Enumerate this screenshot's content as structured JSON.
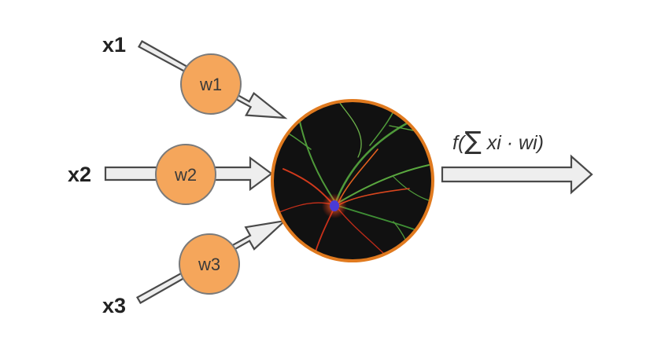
{
  "inputs": [
    {
      "label": "x1"
    },
    {
      "label": "x2"
    },
    {
      "label": "x3"
    }
  ],
  "weights": [
    {
      "label": "w1"
    },
    {
      "label": "w2"
    },
    {
      "label": "w3"
    }
  ],
  "output": {
    "formula_prefix": "f(",
    "sigma": "∑",
    "formula_suffix": " xi · wi)"
  },
  "colors": {
    "weight_fill": "#f5a65b",
    "neuron_border": "#e07a1f",
    "neuron_background": "#111111",
    "arrow_fill": "#eeeeee",
    "arrow_stroke": "#4a4a4a"
  },
  "neuron_icon": "neuron-microscopy-image"
}
